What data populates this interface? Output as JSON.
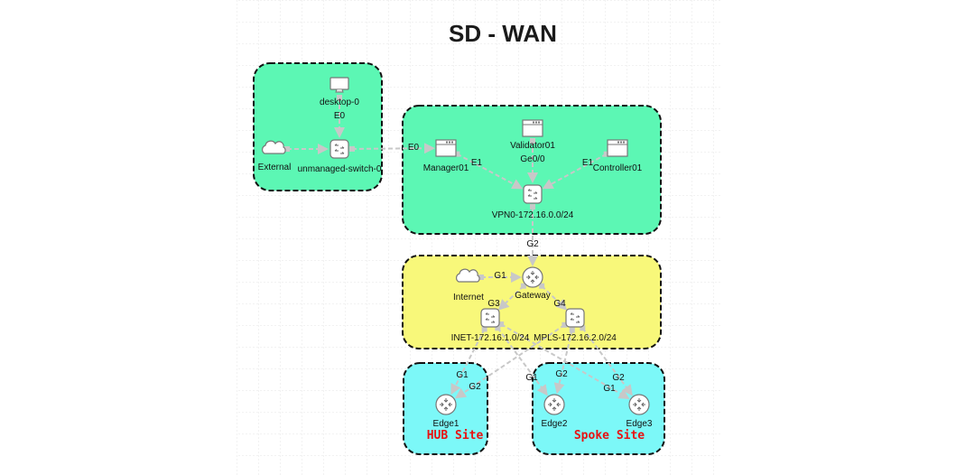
{
  "title": "SD - WAN",
  "colors": {
    "group_green": "#5cf7b4",
    "group_yellow": "#f8f87a",
    "group_cyan": "#7cf8f8",
    "site_label": "#e81212",
    "link": "#c8c8c8"
  },
  "groups": [
    {
      "id": "lan",
      "fill": "green",
      "label": ""
    },
    {
      "id": "vpn0",
      "fill": "green",
      "label": ""
    },
    {
      "id": "transport",
      "fill": "yellow",
      "label": ""
    },
    {
      "id": "hub",
      "fill": "cyan",
      "label": "HUB Site"
    },
    {
      "id": "spoke",
      "fill": "cyan",
      "label": "Spoke Site"
    }
  ],
  "nodes": [
    {
      "id": "desktop-0",
      "label": "desktop-0",
      "icon": "desktop-icon"
    },
    {
      "id": "external",
      "label": "External",
      "icon": "cloud-icon"
    },
    {
      "id": "unmanaged-switch-0",
      "label": "unmanaged-switch-0",
      "icon": "switch-icon"
    },
    {
      "id": "manager01",
      "label": "Manager01",
      "icon": "server-window-icon"
    },
    {
      "id": "validator01",
      "label": "Validator01",
      "icon": "server-window-icon"
    },
    {
      "id": "controller01",
      "label": "Controller01",
      "icon": "server-window-icon"
    },
    {
      "id": "vpn0-switch",
      "label": "VPN0-172.16.0.0/24",
      "icon": "switch-icon"
    },
    {
      "id": "internet",
      "label": "Internet",
      "icon": "cloud-icon"
    },
    {
      "id": "gateway",
      "label": "Gateway",
      "icon": "router-icon"
    },
    {
      "id": "inet-switch",
      "label": "INET-172.16.1.0/24",
      "icon": "switch-icon"
    },
    {
      "id": "mpls-switch",
      "label": "MPLS-172.16.2.0/24",
      "icon": "switch-icon"
    },
    {
      "id": "edge1",
      "label": "Edge1",
      "icon": "router-icon"
    },
    {
      "id": "edge2",
      "label": "Edge2",
      "icon": "router-icon"
    },
    {
      "id": "edge3",
      "label": "Edge3",
      "icon": "router-icon"
    }
  ],
  "links": [
    {
      "from": "desktop-0",
      "to": "unmanaged-switch-0",
      "label": "E0"
    },
    {
      "from": "external",
      "to": "unmanaged-switch-0",
      "label": ""
    },
    {
      "from": "unmanaged-switch-0",
      "to": "manager01",
      "label": "E0"
    },
    {
      "from": "manager01",
      "to": "vpn0-switch",
      "label": "E1"
    },
    {
      "from": "validator01",
      "to": "vpn0-switch",
      "label": "Ge0/0"
    },
    {
      "from": "controller01",
      "to": "vpn0-switch",
      "label": "E1"
    },
    {
      "from": "vpn0-switch",
      "to": "gateway",
      "label": "G2"
    },
    {
      "from": "internet",
      "to": "gateway",
      "label": "G1"
    },
    {
      "from": "gateway",
      "to": "inet-switch",
      "label": "G3"
    },
    {
      "from": "gateway",
      "to": "mpls-switch",
      "label": "G4"
    },
    {
      "from": "inet-switch",
      "to": "edge1",
      "label": "G1"
    },
    {
      "from": "mpls-switch",
      "to": "edge1",
      "label": "G2"
    },
    {
      "from": "inet-switch",
      "to": "edge2",
      "label": "G1"
    },
    {
      "from": "mpls-switch",
      "to": "edge2",
      "label": "G2"
    },
    {
      "from": "inet-switch",
      "to": "edge3",
      "label": "G1"
    },
    {
      "from": "mpls-switch",
      "to": "edge3",
      "label": "G2"
    }
  ]
}
